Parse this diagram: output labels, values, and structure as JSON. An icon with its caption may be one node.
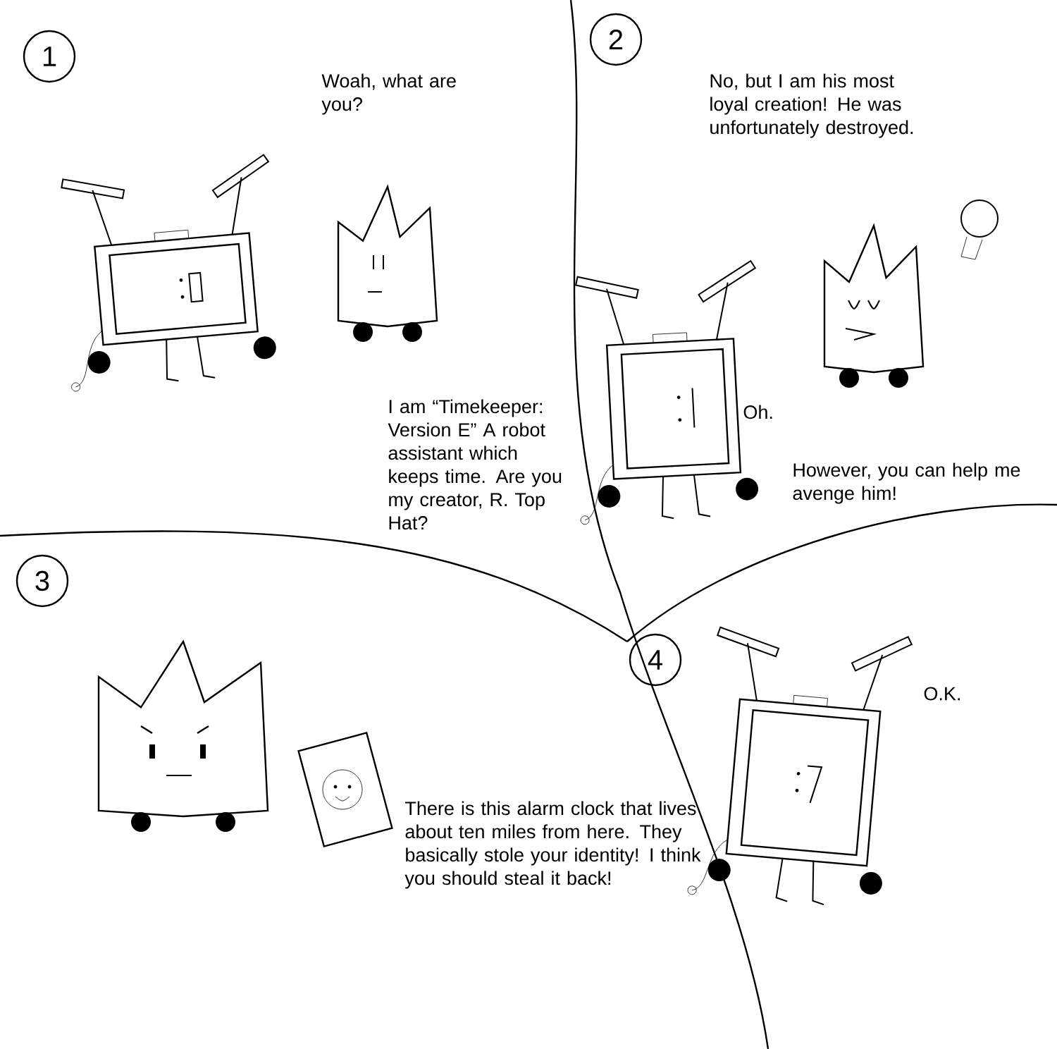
{
  "diagram": {
    "labels": [
      "1",
      "Woah, what are you?",
      "2",
      "No, but I am his most loyal creation! He was unfortunately destroyed.",
      "I am “Timekeeper: Version E” A robot assistant which keeps time. Are you my creator, R. Top Hat?",
      "Oh.",
      "However, you can help me avenge him!",
      "3",
      "4",
      "O.K.",
      "There is this alarm clock that lives about ten miles from here. They basically stole your identity! I think you should steal it back!"
    ]
  }
}
